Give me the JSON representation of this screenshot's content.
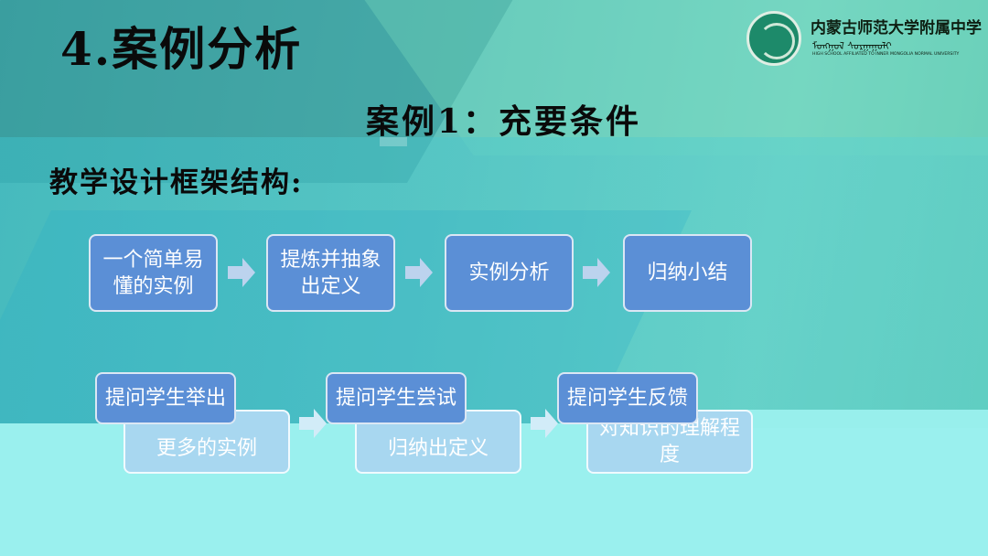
{
  "slide": {
    "title": "4.案例分析",
    "case_title": "案例1：充要条件",
    "frame_title": "教学设计框架结构:"
  },
  "logo": {
    "name_cn": "内蒙古师范大学附属中学",
    "name_mn": "ᠮᠣᠩᠭᠣᠯ ᠰᠤᠷᠭᠠᠭᠤᠯᠢ",
    "name_en": "HIGH SCHOOL AFFILIATED TO INNER MONGOLIA NORMAL UNIVERSITY"
  },
  "flow_row1": [
    {
      "label": "一个简单易懂的实例"
    },
    {
      "label": "提炼并抽象出定义"
    },
    {
      "label": "实例分析"
    },
    {
      "label": "归纳小结"
    }
  ],
  "flow_row2": [
    {
      "line1": "提问学生举出",
      "line2": "更多的实例"
    },
    {
      "line1": "提问学生尝试",
      "line2": "归纳出定义"
    },
    {
      "line1": "提问学生反馈",
      "line2": "对知识的理解程度"
    }
  ],
  "colors": {
    "box_fill": "#5b8fd6",
    "box_ghost_fill": "#a8d7f0",
    "arrow": "#bcd3ee",
    "bottom_band": "#9af0ee"
  }
}
